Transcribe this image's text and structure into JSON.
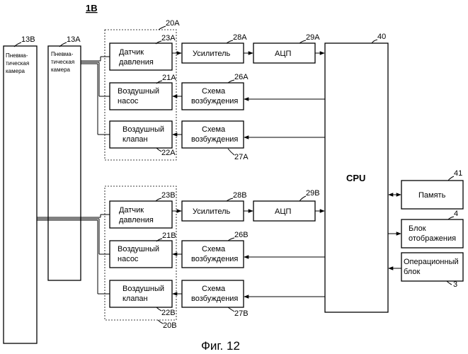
{
  "figure_id": "1B",
  "caption": "Фиг. 12",
  "chambers": {
    "b": {
      "ref": "13B",
      "lines": [
        "Пневма-",
        "тическая",
        "камера"
      ]
    },
    "a": {
      "ref": "13A",
      "lines": [
        "Пневма-",
        "тическая",
        "камера"
      ]
    }
  },
  "unit_a": {
    "group_ref": "20A",
    "sensor": {
      "ref": "23A",
      "lines": [
        "Датчик",
        "давления"
      ]
    },
    "pump": {
      "ref": "21A",
      "lines": [
        "Воздушный",
        "насос"
      ]
    },
    "valve": {
      "ref": "22A",
      "lines": [
        "Воздушный",
        "клапан"
      ]
    },
    "amp": {
      "ref": "28A",
      "label": "Усилитель"
    },
    "adc": {
      "ref": "29A",
      "label": "АЦП"
    },
    "drv1": {
      "ref": "26A",
      "lines": [
        "Схема",
        "возбуждения"
      ]
    },
    "drv2": {
      "ref": "27A",
      "lines": [
        "Схема",
        "возбуждения"
      ]
    }
  },
  "unit_b": {
    "group_ref": "20B",
    "sensor": {
      "ref": "23B",
      "lines": [
        "Датчик",
        "давления"
      ]
    },
    "pump": {
      "ref": "21B",
      "lines": [
        "Воздушный",
        "насос"
      ]
    },
    "valve": {
      "ref": "22B",
      "lines": [
        "Воздушный",
        "клапан"
      ]
    },
    "amp": {
      "ref": "28B",
      "label": "Усилитель"
    },
    "adc": {
      "ref": "29B",
      "label": "АЦП"
    },
    "drv1": {
      "ref": "26B",
      "lines": [
        "Схема",
        "возбуждения"
      ]
    },
    "drv2": {
      "ref": "27B",
      "lines": [
        "Схема",
        "возбуждения"
      ]
    }
  },
  "cpu": {
    "ref": "40",
    "label": "CPU"
  },
  "memory": {
    "ref": "41",
    "label": "Память"
  },
  "display": {
    "ref": "4",
    "lines": [
      "Блок",
      "отображения"
    ]
  },
  "operation": {
    "ref": "3",
    "lines": [
      "Операционный",
      "блок"
    ]
  }
}
